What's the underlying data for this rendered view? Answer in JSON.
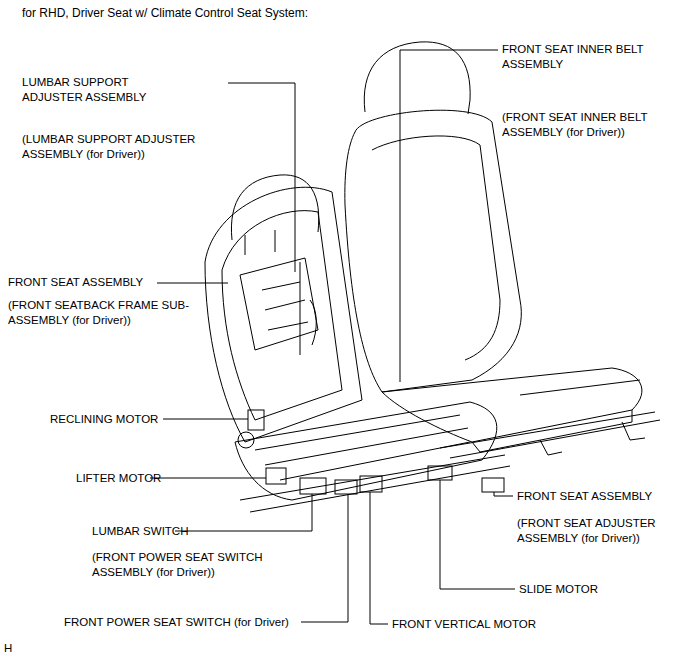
{
  "diagram": {
    "title": "for RHD, Driver Seat w/ Climate Control Seat System:",
    "labels": [
      "FRONT SEAT INNER BELT ASSEMBLY",
      "(FRONT SEAT INNER BELT ASSEMBLY (for Driver))",
      "LUMBAR SUPPORT ADJUSTER ASSEMBLY",
      "(LUMBAR SUPPORT ADJUSTER ASSEMBLY (for Driver))",
      "FRONT SEAT ASSEMBLY",
      "(FRONT SEATBACK FRAME SUB-ASSEMBLY (for Driver))",
      "RECLINING MOTOR",
      "LIFTER MOTOR",
      "FRONT SEAT ASSEMBLY",
      "(FRONT SEAT ADJUSTER ASSEMBLY (for Driver))",
      "LUMBAR SWITCH",
      "(FRONT POWER SEAT SWITCH ASSEMBLY (for Driver))",
      "SLIDE MOTOR",
      "FRONT POWER SEAT SWITCH (for Driver)",
      "FRONT VERTICAL MOTOR",
      "H"
    ]
  }
}
